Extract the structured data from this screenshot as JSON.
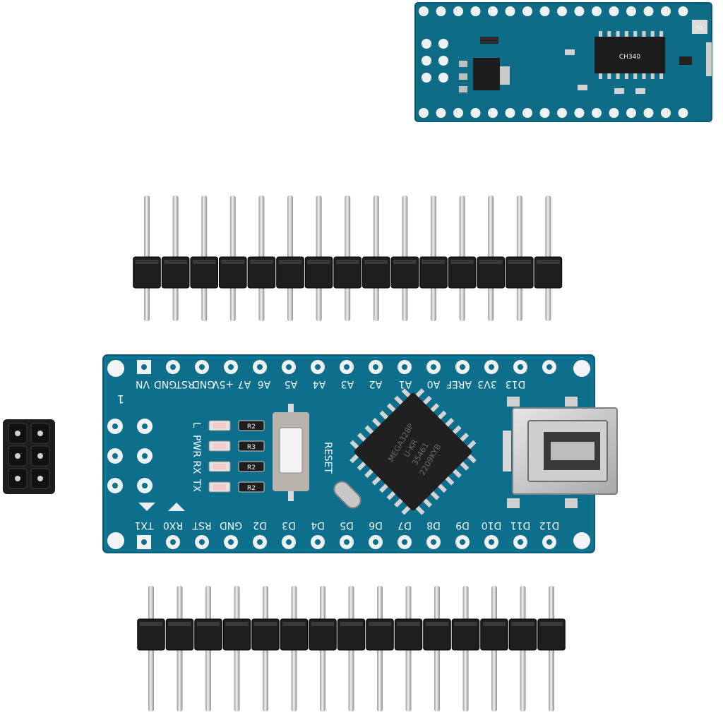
{
  "top_pins": [
    "VN",
    "GND",
    "RST",
    "GND",
    "+5V",
    "A7",
    "A6",
    "A5",
    "A4",
    "A3",
    "A2",
    "A1",
    "A0",
    "AREF",
    "3V3",
    "D13"
  ],
  "bottom_pins": [
    "TX1",
    "RX0",
    "RST",
    "GND",
    "D2",
    "D3",
    "D4",
    "D5",
    "D6",
    "D7",
    "D8",
    "D9",
    "D10",
    "D11",
    "D12"
  ],
  "led_labels": [
    "L",
    "PWR",
    "RX",
    "TX"
  ],
  "resistor_labels": [
    "R2",
    "R3",
    "R2",
    "R2"
  ],
  "reset_label": "RESET",
  "pin1_label": "1",
  "chip_text": [
    "MEGA328P",
    "U-KR",
    "35461",
    "2209KYB"
  ],
  "back_chip_text": "CH340",
  "back_reg_text": "D1",
  "colors": {
    "pcb": "#0e6f8c",
    "pcb_edge": "#0b5d78",
    "pad": "#e9eef0",
    "header_plastic": "#1c1c1c",
    "pin_metal": "#d8d8d8",
    "chip": "#202020"
  }
}
